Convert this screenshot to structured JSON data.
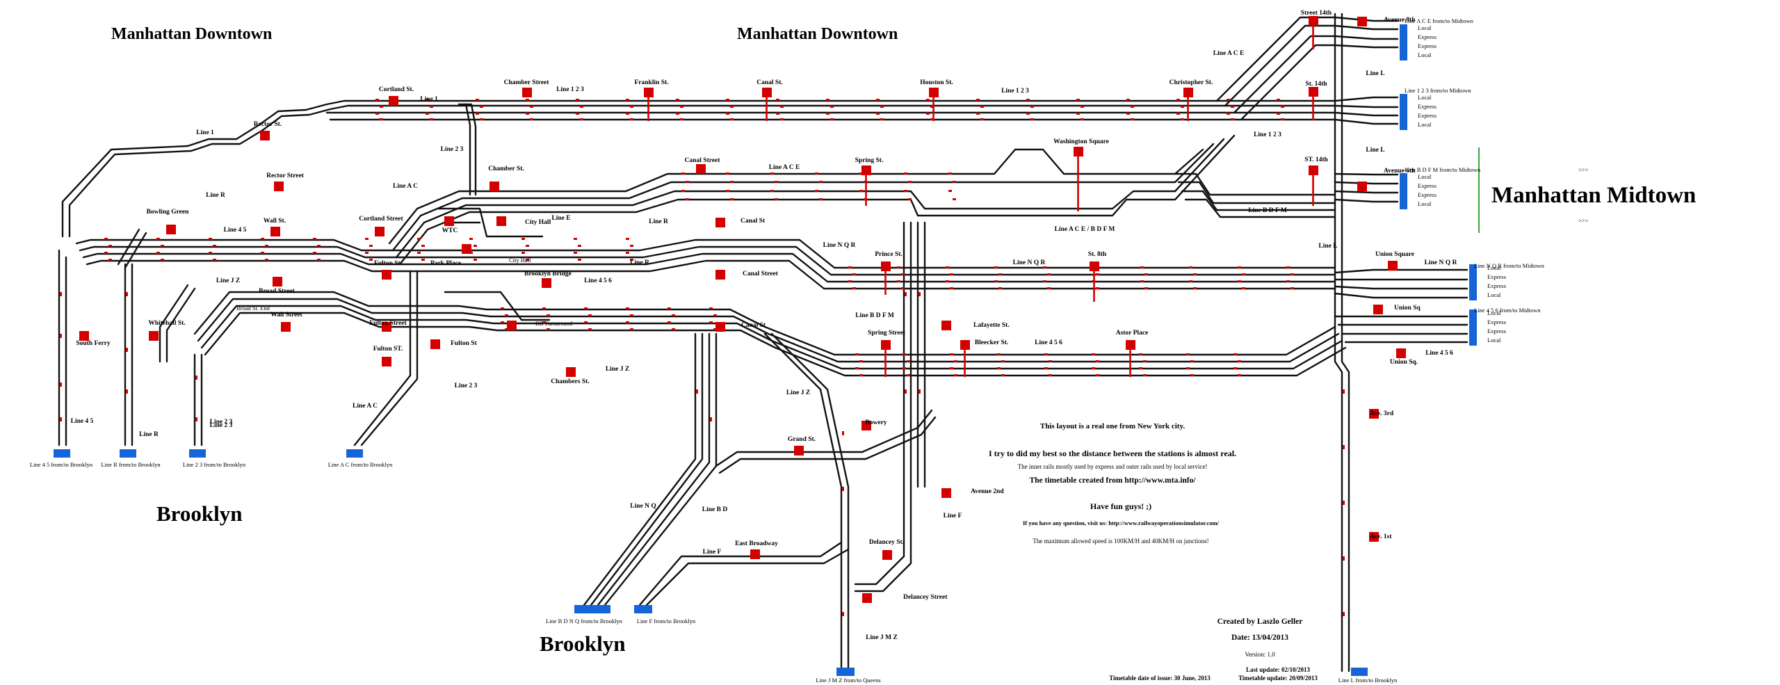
{
  "regions": {
    "manhattan_downtown_left": "Manhattan Downtown",
    "manhattan_downtown_center": "Manhattan Downtown",
    "manhattan_midtown": "Manhattan Midtown",
    "brooklyn_left": "Brooklyn",
    "brooklyn_bottom": "Brooklyn",
    "arrows_top": ">>>",
    "arrows_bottom": ">>>"
  },
  "stations": [
    {
      "id": "cortland-st",
      "label": "Cortland St."
    },
    {
      "id": "rector-st-1",
      "label": "Rector St."
    },
    {
      "id": "chamber-street-top",
      "label": "Chamber Street"
    },
    {
      "id": "franklin-st",
      "label": "Franklin St."
    },
    {
      "id": "canal-st-top",
      "label": "Canal St."
    },
    {
      "id": "houston-st",
      "label": "Houston St."
    },
    {
      "id": "christopher-st",
      "label": "Christopher St."
    },
    {
      "id": "street-14th-top",
      "label": "Street 14th"
    },
    {
      "id": "st-14th",
      "label": "St. 14th"
    },
    {
      "id": "avenue-8th",
      "label": "Avenue 8th"
    },
    {
      "id": "rector-street",
      "label": "Rector Street"
    },
    {
      "id": "bowling-green",
      "label": "Bowling Green"
    },
    {
      "id": "wall-st",
      "label": "Wall St."
    },
    {
      "id": "cortland-street",
      "label": "Cortland Street"
    },
    {
      "id": "chamber-st",
      "label": "Chamber St."
    },
    {
      "id": "canal-street-2",
      "label": "Canal Street"
    },
    {
      "id": "spring-st",
      "label": "Spring St."
    },
    {
      "id": "washington-square",
      "label": "Washington Square"
    },
    {
      "id": "st-14th-2",
      "label": "ST. 14th"
    },
    {
      "id": "avenue-6th",
      "label": "Avenue 6th"
    },
    {
      "id": "city-hall",
      "label": "City Hall"
    },
    {
      "id": "wtc",
      "label": "WTC"
    },
    {
      "id": "canal-st-mid",
      "label": "Canal St"
    },
    {
      "id": "fulton-st-1",
      "label": "Fulton St."
    },
    {
      "id": "park-place",
      "label": "Park Place"
    },
    {
      "id": "city-hall-small",
      "label": "City Hall"
    },
    {
      "id": "brooklyn-bridge",
      "label": "Brooklyn Bridge"
    },
    {
      "id": "canal-street-3",
      "label": "Canal Street"
    },
    {
      "id": "prince-st",
      "label": "Prince St."
    },
    {
      "id": "st-8th",
      "label": "St. 8th"
    },
    {
      "id": "union-square",
      "label": "Union Square"
    },
    {
      "id": "broad-street",
      "label": "Broad Street"
    },
    {
      "id": "broad-st-end",
      "label": "Broad St. End"
    },
    {
      "id": "wall-street",
      "label": "Wall Street"
    },
    {
      "id": "whitehall-st",
      "label": "Whitehall St."
    },
    {
      "id": "south-ferry",
      "label": "South Ferry"
    },
    {
      "id": "fulton-street",
      "label": "Fulton Street"
    },
    {
      "id": "fulton-st-2",
      "label": "Fulton ST."
    },
    {
      "id": "fulton-st-3",
      "label": "Fulton St"
    },
    {
      "id": "bb-turnaround",
      "label": "BB Turnaround"
    },
    {
      "id": "canal-st-low",
      "label": "Canal St"
    },
    {
      "id": "chambers-st",
      "label": "Chambers St."
    },
    {
      "id": "lafayette-st",
      "label": "Lafayette St."
    },
    {
      "id": "spring-street",
      "label": "Spring Street"
    },
    {
      "id": "bleecker-st",
      "label": "Bleecker St."
    },
    {
      "id": "astor-place",
      "label": "Astor Place"
    },
    {
      "id": "union-sq",
      "label": "Union Sq"
    },
    {
      "id": "union-sq-dot",
      "label": "Union Sq."
    },
    {
      "id": "ave-3rd",
      "label": "Ave. 3rd"
    },
    {
      "id": "bowery",
      "label": "Bowery"
    },
    {
      "id": "grand-st",
      "label": "Grand St."
    },
    {
      "id": "avenue-2nd",
      "label": "Avenue 2nd"
    },
    {
      "id": "ave-1st",
      "label": "Ave. 1st"
    },
    {
      "id": "east-broadway",
      "label": "East Broadway"
    },
    {
      "id": "delancey-st",
      "label": "Delancey St."
    },
    {
      "id": "delancey-street",
      "label": "Delancey Street"
    }
  ],
  "line_labels": [
    {
      "id": "line-1",
      "text": "Line 1"
    },
    {
      "id": "line-1-top",
      "text": "Line 1"
    },
    {
      "id": "line-123-a",
      "text": "Line 1 2 3"
    },
    {
      "id": "line-123-b",
      "text": "Line 1 2 3"
    },
    {
      "id": "line-123-c",
      "text": "Line 1 2 3"
    },
    {
      "id": "line-ace-top",
      "text": "Line A C E"
    },
    {
      "id": "line-l-1",
      "text": "Line L"
    },
    {
      "id": "line-l-2",
      "text": "Line L"
    },
    {
      "id": "line-l-3",
      "text": "Line L"
    },
    {
      "id": "line-23-a",
      "text": "Line 2 3"
    },
    {
      "id": "line-ac-a",
      "text": "Line A C"
    },
    {
      "id": "line-ace-mid",
      "text": "Line A C E"
    },
    {
      "id": "line-r-a",
      "text": "Line R"
    },
    {
      "id": "line-45",
      "text": "Line 4 5"
    },
    {
      "id": "line-e",
      "text": "Line E"
    },
    {
      "id": "line-r-b",
      "text": "Line R"
    },
    {
      "id": "line-r-c",
      "text": "Line R"
    },
    {
      "id": "line-ace-bdfm",
      "text": "Line A C E / B D F M"
    },
    {
      "id": "line-bdfm-a",
      "text": "Line B D F M"
    },
    {
      "id": "line-nqr-a",
      "text": "Line N Q R"
    },
    {
      "id": "line-nqr-b",
      "text": "Line N Q R"
    },
    {
      "id": "line-nqr-c",
      "text": "Line N Q R"
    },
    {
      "id": "line-jz-a",
      "text": "Line J Z"
    },
    {
      "id": "line-456-a",
      "text": "Line 4 5 6"
    },
    {
      "id": "line-bdfm-b",
      "text": "Line B D F M"
    },
    {
      "id": "line-456-b",
      "text": "Line 4 5 6"
    },
    {
      "id": "line-456-c",
      "text": "Line 4 5 6"
    },
    {
      "id": "line-23-b",
      "text": "Line 2 3"
    },
    {
      "id": "line-23-c",
      "text": "Line 2 3"
    },
    {
      "id": "line-jz-b",
      "text": "Line J Z"
    },
    {
      "id": "line-jz-c",
      "text": "Line J Z"
    },
    {
      "id": "line-ac-b",
      "text": "Line A C"
    },
    {
      "id": "line-45-low",
      "text": "Line 4 5"
    },
    {
      "id": "line-r-low",
      "text": "Line R"
    },
    {
      "id": "line-23-low",
      "text": "Line 2 3"
    },
    {
      "id": "line-nq",
      "text": "Line N Q"
    },
    {
      "id": "line-bd",
      "text": "Line B D"
    },
    {
      "id": "line-f-a",
      "text": "Line F"
    },
    {
      "id": "line-f-b",
      "text": "Line F"
    },
    {
      "id": "line-jmz",
      "text": "Line J M Z"
    }
  ],
  "terminals": [
    {
      "id": "t-45",
      "text": "Line 4 5 from/to Brooklyn"
    },
    {
      "id": "t-r",
      "text": "Line R from/to Brooklyn"
    },
    {
      "id": "t-23",
      "text": "Line 2 3 from/to Brooklyn"
    },
    {
      "id": "t-ac",
      "text": "Line A C from/to Brooklyn"
    },
    {
      "id": "t-bdnq",
      "text": "Line B D N Q from/to Brooklyn"
    },
    {
      "id": "t-f",
      "text": "Line F from/to Brooklyn"
    },
    {
      "id": "t-jmz",
      "text": "Line J M Z from/to Queens"
    },
    {
      "id": "t-l",
      "text": "Line L from/to Brooklyn"
    }
  ],
  "midtown_connectors": [
    {
      "id": "c-ace",
      "header": "Line A C E from/to Midtown",
      "tracks": [
        "Local",
        "Express",
        "Express",
        "Local"
      ]
    },
    {
      "id": "c-123",
      "header": "Line 1 2 3 from/to Midtown",
      "tracks": [
        "Local",
        "Express",
        "Express",
        "Local"
      ]
    },
    {
      "id": "c-bdfm",
      "header": "Line B D F M from/to Midtown",
      "tracks": [
        "Local",
        "Express",
        "Express",
        "Local"
      ]
    },
    {
      "id": "c-nqr",
      "header": "Line N Q R from/to Midtown",
      "tracks": [
        "Local",
        "Express",
        "Express",
        "Local"
      ]
    },
    {
      "id": "c-456",
      "header": "Line 4 5 6 from/to Midtown",
      "tracks": [
        "Local",
        "Express",
        "Express",
        "Local"
      ]
    }
  ],
  "info": {
    "line1": "This layout is a real one from New York city.",
    "line2": "I try to did my best so the distance between the stations is almost real.",
    "line3": "The inner rails mostly used by express and outer rails used by local service!",
    "line4": "The timetable created from http://www.mta.info/",
    "line5": "Have fun guys! ;)",
    "line6": "If you have any question, visit us: http://www.railwayoperationsimulator.com/",
    "line7": "The maximum allowed speed is 100KM/H and 40KM/H on junctions!",
    "created_by": "Created by Laszlo Geller",
    "date": "Date: 13/04/2013",
    "version": "Version: 1.0",
    "last_update": "Last update: 02/10/2013",
    "timetable_update": "Timetable update: 20/09/2013",
    "timetable_issue": "Timetable date of issue: 30 June, 2013"
  }
}
